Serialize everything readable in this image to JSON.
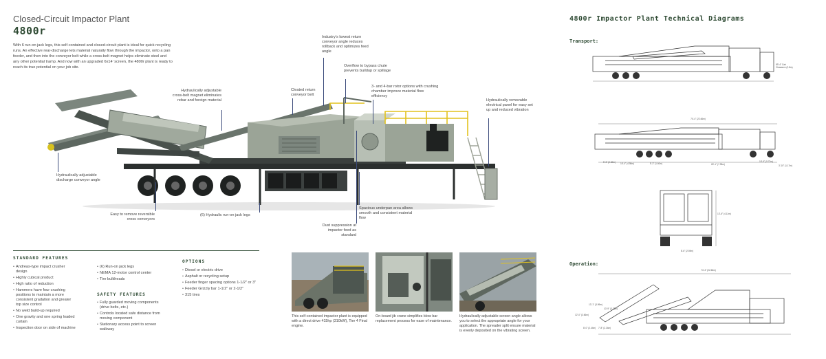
{
  "header": {
    "pre_title": "Closed-Circuit Impactor Plant",
    "title": "4800r",
    "intro": "With 6 run-on jack legs, this self-contained and closed-circuit plant is ideal for quick recycling runs. An effective rear-discharge lets material naturally flow through the impactor, onto a pan feeder, and then into the conveyor belt while a cross-belt magnet helps eliminate steel and any other potential tramp. And now with an upgraded 6x14' screen, the 4800r plant is ready to reach its true potential on your job site."
  },
  "callouts": {
    "return_angle": "Industry's lowest return conveyor angle reduces rollback and optimizes feed angle",
    "overflow": "Overflow to bypass chute prevents buildup or spillage",
    "rotor": "3- and 4-bar rotor options with crushing chamber improve material flow efficiency",
    "magnet": "Hydraulically adjustable cross-belt magnet eliminates rebar and foreign material",
    "cleated": "Cleated return conveyor belt",
    "electrical": "Hydraulically removable electrical panel for easy set up and reduced vibration",
    "discharge": "Hydraulically adjustable discharge conveyor angle",
    "reversible": "Easy to remove reversible cross conveyors",
    "jacklegs": "(6) Hydraulic run-on jack legs",
    "underpan": "Spacious underpan area allows smooth and consistent material flow",
    "dust": "Dust suppression at impactor feed as standard"
  },
  "standard_features": {
    "heading": "Standard Features",
    "col1": [
      "Andreas-type impact crusher design",
      "Highly cubical product",
      "High ratio of reduction",
      "Hammers have four crushing positions to maintain a more consistent gradation and greater top size control",
      "No weld build-up required",
      "One gravity and one spring loaded curtain",
      "Inspection door on side of machine"
    ],
    "col2": [
      "(6) Run-on jack legs",
      "NEMA 12-motor control center",
      "Tire bulkheads"
    ]
  },
  "safety_features": {
    "heading": "Safety Features",
    "items": [
      "Fully guarded moving components (drive belts, etc.)",
      "Controls located safe distance from moving component",
      "Stationary access point to screen walkway"
    ]
  },
  "options": {
    "heading": "Options",
    "items": [
      "Diesel or electric drive",
      "Asphalt or recycling setup",
      "Feeder finger spacing options 1-1/2\" or 3\"",
      "Feeder Grizzly bar 1-1/2\" or 2-1/2\"",
      "315 tires"
    ]
  },
  "photos": [
    {
      "caption": "This self-contained impactor plant is equipped with a direct drive 415hp (310kW), Tier 4 Final engine."
    },
    {
      "caption": "On-board jib crane simplifies blow bar replacement process for ease of maintenance."
    },
    {
      "caption": "Hydraulically adjustable screen angle allows you to select the appropriate angle for your application. The spreader split ensure material is evenly deposited on the vibrating screen."
    }
  ],
  "diagrams": {
    "title": "4800r Impactor Plant Technical Diagrams",
    "transport_label": "Transport:",
    "operation_label": "Operation:",
    "transport_side_note": "89'-4\" Cab Clearance (2.8m)",
    "dims": {
      "overall_len": "74'-4\" (22.66m)",
      "d1": "16'-4\" (4.98m)",
      "d2": "5'-3\" (1.60m)",
      "d3": "26'-1\" (7.95m)",
      "d4": "18'-9\" (5.72m)",
      "d5": "9'-3\" (2.82m)",
      "d6": "3'-10\" (1.17m)",
      "rear_height": "13'-6\" (4.11m)",
      "rear_width": "8'-6\" (2.59m)",
      "op_len": "74'-4\" (22.66m)",
      "op_h1": "12'-0\" (3.66m)",
      "op_h2": "13'-1\" (3.99m)",
      "op_h3": "10'-9\" (3.28m)",
      "op_w1": "8'-0\" (2.44m)",
      "op_w2": "7'-8\" (2.34m)"
    }
  },
  "colors": {
    "brand_green": "#2e4a33",
    "leader_blue": "#3a4a7a",
    "machine_green": "#9ba497",
    "frame_dark": "#2b2f2e",
    "safety_yellow": "#e2c21d"
  }
}
